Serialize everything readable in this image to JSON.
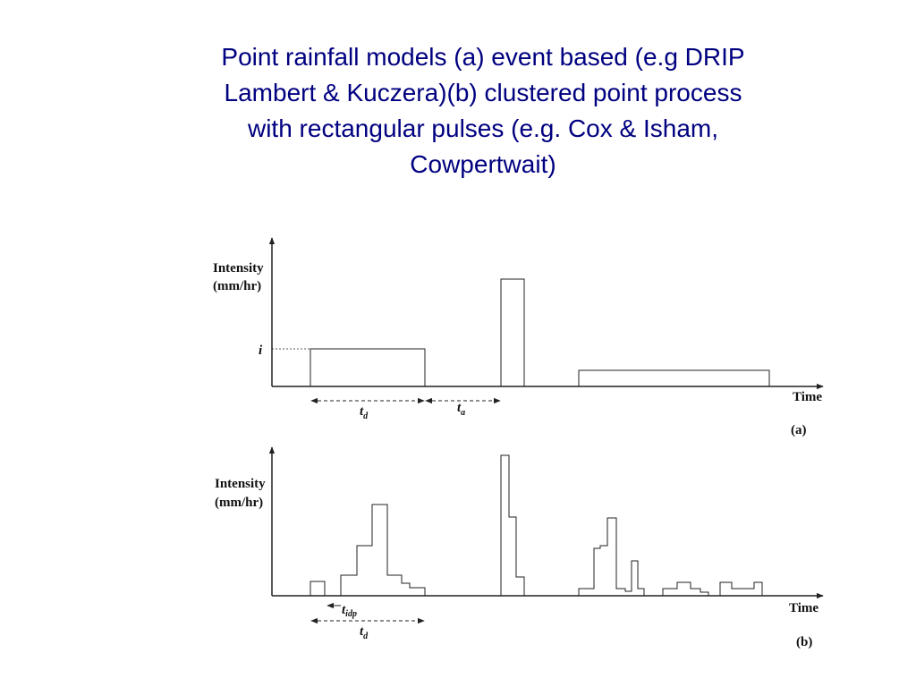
{
  "title": {
    "lines": [
      "Point rainfall models (a) event based (e.g DRIP",
      "Lambert & Kuczera)(b) clustered point process",
      "with rectangular pulses (e.g. Cox & Isham,",
      "Cowpertwait)"
    ]
  },
  "panel_a": {
    "y_label_1": "Intensity",
    "y_label_2": "(mm/hr)",
    "x_label": "Time",
    "intensity_symbol": "i",
    "duration_label": "t",
    "duration_sub": "d",
    "interarrival_label": "t",
    "interarrival_sub": "a",
    "caption": "(a)"
  },
  "panel_b": {
    "y_label_1": "Intensity",
    "y_label_2": "(mm/hr)",
    "x_label": "Time",
    "cell_spacing_label": "t",
    "cell_spacing_sub": "idp",
    "duration_label": "t",
    "duration_sub": "d",
    "caption": "(b)"
  },
  "colors": {
    "title": "#000080",
    "lines": "#222222"
  }
}
